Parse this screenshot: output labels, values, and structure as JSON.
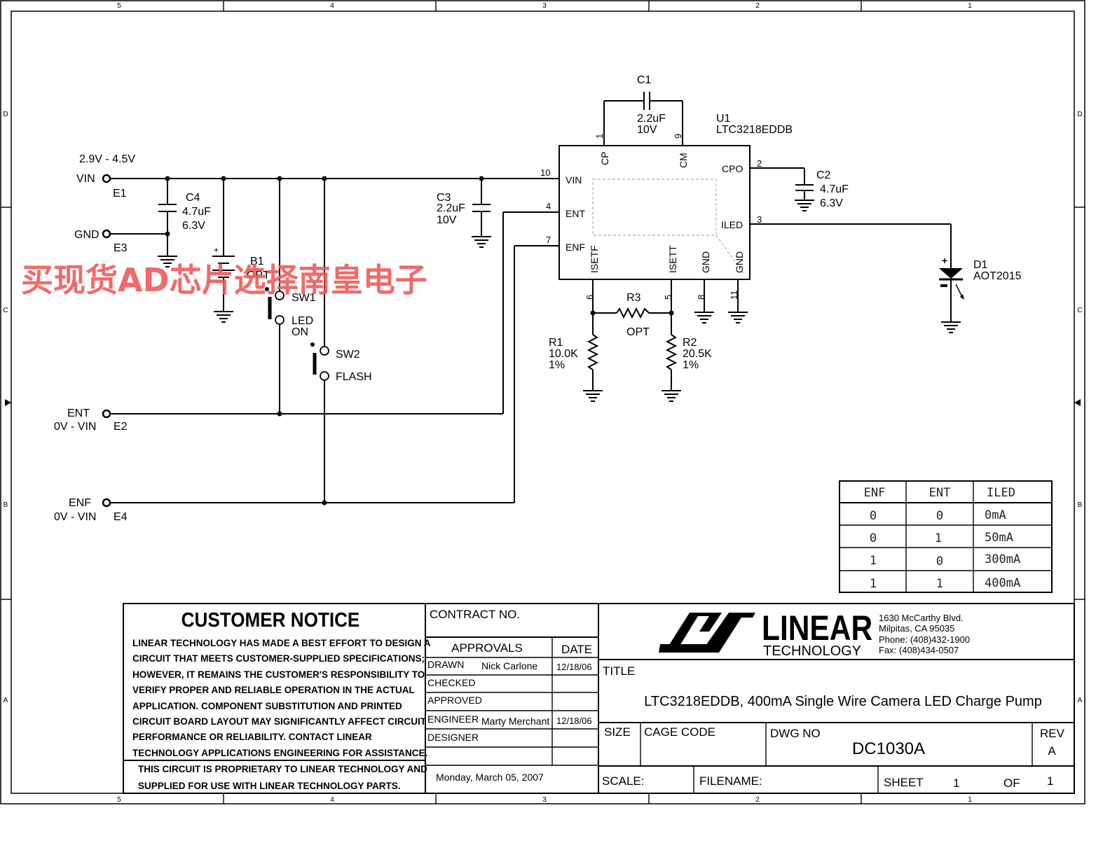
{
  "frame": {
    "col_labels": [
      "5",
      "4",
      "3",
      "2",
      "1"
    ],
    "row_labels": [
      "D",
      "C",
      "B",
      "A"
    ]
  },
  "watermark": "买现货AD芯片选择南皇电子",
  "ic": {
    "ref": "U1",
    "part": "LTC3218EDDB",
    "pins": {
      "vin": "VIN",
      "ent": "ENT",
      "enf": "ENF",
      "cp": "CP",
      "cm": "CM",
      "cpo": "CPO",
      "iled": "ILED",
      "isetf": "ISETF",
      "isett": "ISETT",
      "gnd1": "GND",
      "gnd2": "GND"
    },
    "pin_numbers": {
      "cp": "1",
      "cm": "9",
      "vin": "10",
      "ent": "4",
      "enf": "7",
      "cpo": "2",
      "iled": "3",
      "isetf": "6",
      "isett": "5",
      "gnd1": "8",
      "gnd2": "11"
    }
  },
  "components": {
    "c1": {
      "ref": "C1",
      "value": "2.2uF",
      "voltage": "10V"
    },
    "c2": {
      "ref": "C2",
      "value": "4.7uF",
      "voltage": "6.3V"
    },
    "c3": {
      "ref": "C3",
      "value": "2.2uF",
      "voltage": "10V"
    },
    "c4": {
      "ref": "C4",
      "value": "4.7uF",
      "voltage": "6.3V"
    },
    "r1": {
      "ref": "R1",
      "value": "10.0K",
      "tol": "1%"
    },
    "r2": {
      "ref": "R2",
      "value": "20.5K",
      "tol": "1%"
    },
    "r3": {
      "ref": "R3",
      "note": "OPT"
    },
    "b1": {
      "ref": "B1",
      "note": "OPT"
    },
    "d1": {
      "ref": "D1",
      "part": "AOT2015"
    },
    "sw1": {
      "ref": "SW1",
      "label1": "LED",
      "label2": "ON"
    },
    "sw2": {
      "ref": "SW2",
      "label": "FLASH"
    }
  },
  "terminals": {
    "vin_range": "2.9V - 4.5V",
    "vin": "VIN",
    "e1": "E1",
    "gnd": "GND",
    "e3": "E3",
    "ent": "ENT",
    "ent_range": "0V - VIN",
    "e2": "E2",
    "enf": "ENF",
    "enf_range": "0V - VIN",
    "e4": "E4"
  },
  "truth_table": {
    "headers": [
      "ENF",
      "ENT",
      "ILED"
    ],
    "rows": [
      [
        "0",
        "0",
        "0mA"
      ],
      [
        "0",
        "1",
        "50mA"
      ],
      [
        "1",
        "0",
        "300mA"
      ],
      [
        "1",
        "1",
        "400mA"
      ]
    ]
  },
  "notice": {
    "title": "CUSTOMER NOTICE",
    "lines": [
      "LINEAR TECHNOLOGY HAS MADE A BEST EFFORT TO DESIGN A",
      "CIRCUIT THAT MEETS CUSTOMER-SUPPLIED SPECIFICATIONS;",
      "HOWEVER, IT REMAINS THE CUSTOMER'S RESPONSIBILITY TO",
      "VERIFY PROPER AND RELIABLE OPERATION IN THE ACTUAL",
      "APPLICATION.  COMPONENT SUBSTITUTION AND PRINTED",
      "CIRCUIT BOARD LAYOUT MAY SIGNIFICANTLY AFFECT CIRCUIT",
      "PERFORMANCE OR RELIABILITY.  CONTACT LINEAR",
      "TECHNOLOGY APPLICATIONS ENGINEERING FOR ASSISTANCE."
    ],
    "proprietary": [
      "THIS CIRCUIT IS PROPRIETARY TO LINEAR TECHNOLOGY AND",
      "SUPPLIED FOR USE WITH LINEAR TECHNOLOGY PARTS."
    ]
  },
  "approvals": {
    "contract": "CONTRACT NO.",
    "approvals_label": "APPROVALS",
    "date_label": "DATE",
    "rows": [
      {
        "role": "DRAWN",
        "name": "Nick Carlone",
        "date": "12/18/06"
      },
      {
        "role": "CHECKED",
        "name": "",
        "date": ""
      },
      {
        "role": "APPROVED",
        "name": "",
        "date": ""
      },
      {
        "role": "ENGINEER",
        "name": "Marty Merchant",
        "date": "12/18/06"
      },
      {
        "role": "DESIGNER",
        "name": "",
        "date": ""
      }
    ],
    "print_date": "Monday, March 05, 2007"
  },
  "company": {
    "logo_word": "LINEAR",
    "logo_sub": "TECHNOLOGY",
    "address1": "1630 McCarthy Blvd.",
    "address2": "Milpitas, CA 95035",
    "phone": "Phone: (408)432-1900",
    "fax": "Fax: (408)434-0507"
  },
  "title_block": {
    "title_label": "TITLE",
    "title": "LTC3218EDDB, 400mA Single Wire Camera LED Charge Pump",
    "size_label": "SIZE",
    "cage_label": "CAGE CODE",
    "dwg_label": "DWG NO",
    "dwg_no": "DC1030A",
    "rev_label": "REV",
    "rev": "A",
    "scale_label": "SCALE:",
    "filename_label": "FILENAME:",
    "sheet_label": "SHEET",
    "sheet": "1",
    "of_label": "OF",
    "of": "1"
  }
}
